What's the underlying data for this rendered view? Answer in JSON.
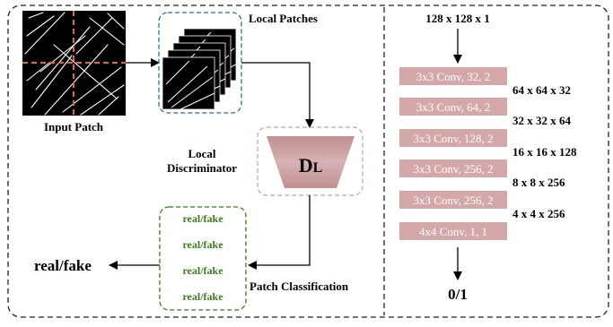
{
  "colors": {
    "conv_fill": "#d4a7a9",
    "discriminator_fill": "#c79fa1",
    "green_text": "#3a7d1c",
    "orange_dash": "#e86a1e",
    "blue_dash": "#2f6aa3",
    "green_dash": "#3a7d1c",
    "pink_dash": "#c8a0a4"
  },
  "left": {
    "input_patch_label": "Input Patch",
    "local_patches_label": "Local Patches",
    "local_discriminator_label": [
      "Local",
      "Discriminator"
    ],
    "discriminator_symbol": "D",
    "discriminator_subscript": "L",
    "real_fake_items": [
      "real/fake",
      "real/fake",
      "real/fake",
      "real/fake"
    ],
    "output_label": "real/fake",
    "patch_classification_label": "Patch Classification"
  },
  "right": {
    "input_size": "128 x 128 x 1",
    "layers": [
      "3x3 Conv, 32, 2",
      "3x3 Conv, 64, 2",
      "3x3 Conv, 128, 2",
      "3x3 Conv, 256, 2",
      "3x3 Conv, 256, 2",
      "4x4 Conv, 1, 1"
    ],
    "dims": [
      "64 x 64 x 32",
      "32 x 32 x 64",
      "16 x 16 x 128",
      "8 x 8 x 256",
      "4 x 4 x 256"
    ],
    "output": "0/1"
  }
}
